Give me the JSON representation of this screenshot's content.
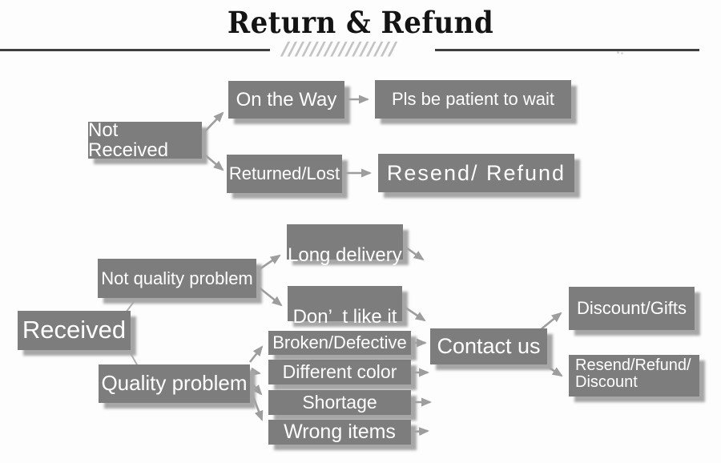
{
  "header": {
    "title": "Return & Refund",
    "slashes": "////////////////"
  },
  "colors": {
    "box_gray": "#7d7d7d",
    "shadow_gray": "#a6a6a6",
    "arrow_gray": "#9d9d9d",
    "line_dark": "#3f3f3f",
    "text_white": "#ffffff",
    "title_black": "#141414",
    "slash_gray": "#c3c3c3"
  },
  "nodes": {
    "not_received": "Not Received",
    "on_the_way": "On the Way",
    "pls_be_patient": "Pls be patient to wait",
    "returned_lost": "Returned/Lost",
    "resend_refund": "Resend/ Refund",
    "received": "Received",
    "not_quality_problem": "Not quality problem",
    "long_delivery": "Long delivery",
    "dont_like_it": "Don’  t like it",
    "quality_problem": "Quality problem",
    "broken_defective": "Broken/Defective",
    "different_color": "Different color",
    "shortage": "Shortage",
    "wrong_items": "Wrong items",
    "contact_us": "Contact us",
    "discount_gifts": "Discount/Gifts",
    "resend_refund_discount": "Resend/Refund/\nDiscount"
  }
}
